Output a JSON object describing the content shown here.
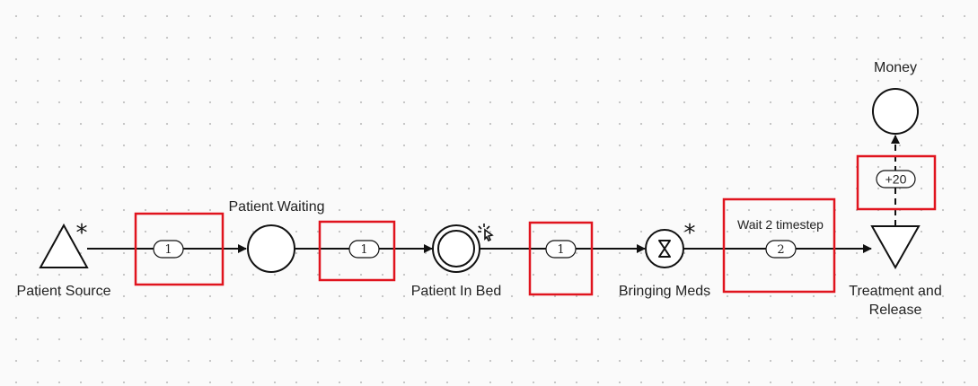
{
  "nodes": {
    "patient_source": {
      "label": "Patient Source",
      "type": "source",
      "marker": "*"
    },
    "patient_waiting": {
      "label": "Patient Waiting",
      "type": "pool"
    },
    "patient_in_bed": {
      "label": "Patient In Bed",
      "type": "pool-interactive"
    },
    "bringing_meds": {
      "label": "Bringing Meds",
      "type": "delay",
      "marker": "*"
    },
    "treatment_release": {
      "label_line1": "Treatment and",
      "label_line2": "Release",
      "type": "drain"
    },
    "money": {
      "label": "Money",
      "type": "pool"
    }
  },
  "edges": {
    "source_to_waiting": {
      "value": "1"
    },
    "waiting_to_bed": {
      "value": "1"
    },
    "bed_to_meds": {
      "value": "1"
    },
    "meds_to_treatment": {
      "value": "2",
      "label": "Wait 2 timestep"
    },
    "treatment_to_money": {
      "value": "+20",
      "style": "dashed"
    }
  },
  "colors": {
    "highlight": "#e0141e",
    "stroke": "#111111",
    "background": "#fafafa",
    "grid_dot": "#c4c4c4"
  }
}
